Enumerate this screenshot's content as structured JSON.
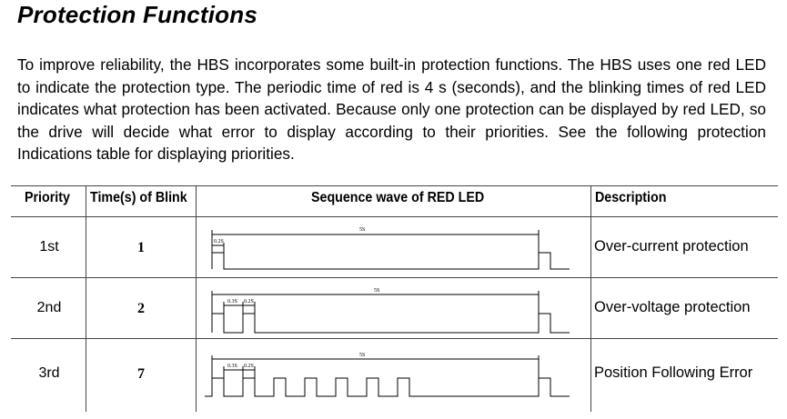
{
  "title": "Protection Functions",
  "intro": "To improve reliability, the HBS incorporates some built-in protection functions. The HBS uses one red LED to indicate the protection type. The periodic time of red is 4 s (seconds), and the blinking times of red LED indicates what protection has been activated. Because only one protection can be displayed by red LED, so the drive will decide what error to display according to their priorities. See the following protection Indications table for displaying priorities.",
  "table": {
    "headers": {
      "priority": "Priority",
      "blink": "Time(s) of Blink",
      "wave": "Sequence wave of RED LED",
      "description": "Description"
    },
    "rows": [
      {
        "priority": "1st",
        "blink": "1",
        "description": "Over-current protection",
        "period_label": "5S",
        "on_label": "0.2S",
        "off_label": "",
        "pulses": 1
      },
      {
        "priority": "2nd",
        "blink": "2",
        "description": "Over-voltage protection",
        "period_label": "5S",
        "on_label": "0.2S",
        "off_label": "0.3S",
        "pulses": 2
      },
      {
        "priority": "3rd",
        "blink": "7",
        "description": "Position Following Error",
        "period_label": "5S",
        "on_label": "0.2S",
        "off_label": "0.3S",
        "pulses": 7
      }
    ]
  }
}
